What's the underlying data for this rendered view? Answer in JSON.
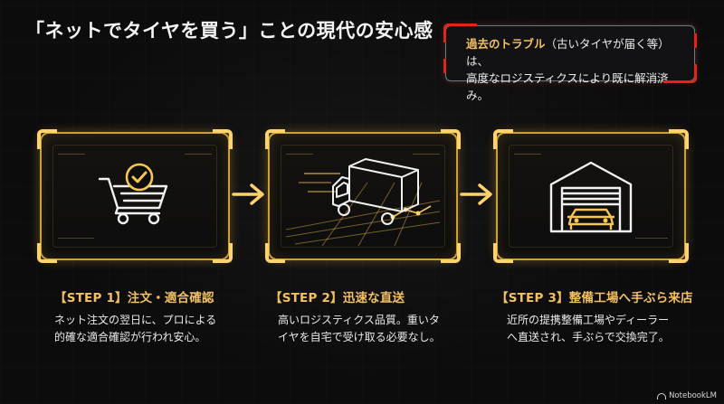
{
  "title": "「ネットでタイヤを買う」ことの現代の安心感",
  "callout": {
    "highlight": "過去のトラブル",
    "line1_rest": "（古いタイヤが届く等）は、",
    "line2": "高度なロジスティクスにより既に解消済み。"
  },
  "steps": [
    {
      "heading": "【STEP 1】注文・適合確認",
      "body_line1": "ネット注文の翌日に、プロによる",
      "body_line2": "的確な適合確認が行われ安心。",
      "icon": "shopping-cart-check-icon"
    },
    {
      "heading": "【STEP 2】迅速な直送",
      "body_line1": "高いロジスティクス品質。重いタ",
      "body_line2": "イヤを自宅で受け取る必要なし。",
      "icon": "delivery-truck-icon"
    },
    {
      "heading": "【STEP 3】整備工場へ手ぶら来店",
      "body_line1": "近所の提携整備工場やディーラー",
      "body_line2": "へ直送され、手ぶらで交換完了。",
      "icon": "garage-car-icon"
    }
  ],
  "footer": {
    "brand": "NotebookLM"
  },
  "colors": {
    "accent_gold": "#f2c062",
    "frame_gold": "#caa038",
    "accent_red": "#e0251b",
    "background": "#0c0c0d"
  }
}
